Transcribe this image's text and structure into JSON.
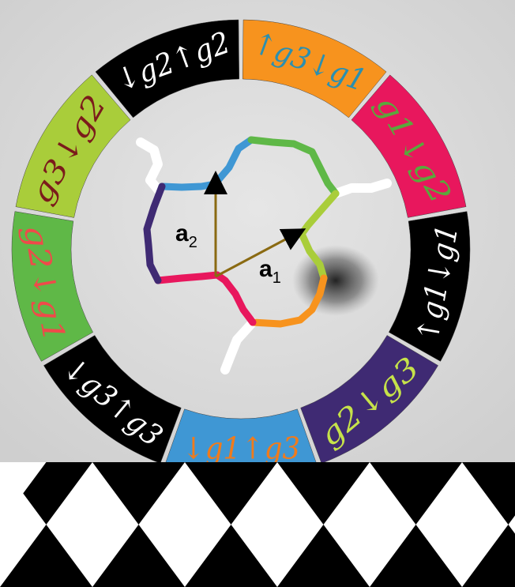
{
  "vectors": {
    "a1": {
      "main": "a",
      "sub": "1"
    },
    "a2": {
      "main": "a",
      "sub": "2"
    }
  },
  "ring_segments": [
    {
      "id": "seg-top-orange",
      "color": "#f7931e",
      "text_color": "#2b8fb0",
      "label": "↑g3↓g1"
    },
    {
      "id": "seg-top-right-pink",
      "color": "#e8175d",
      "text_color": "#5aa83c",
      "label": "g1↓g2"
    },
    {
      "id": "seg-right-black",
      "color": "#000000",
      "text_color": "#ffffff",
      "label": "↑g1↓g1"
    },
    {
      "id": "seg-right-purple",
      "color": "#3f2a73",
      "text_color": "#c6e24a",
      "label": "g2↓g3"
    },
    {
      "id": "seg-bottom-right-blue",
      "color": "#3f97d4",
      "text_color": "#f07b1c",
      "label": "↓g1↑g3"
    },
    {
      "id": "seg-bottom-left-black",
      "color": "#000000",
      "text_color": "#ffffff",
      "label": "↓g3↑g3"
    },
    {
      "id": "seg-left-green",
      "color": "#5fb847",
      "text_color": "#ef4a4a",
      "label": "g2↓g1"
    },
    {
      "id": "seg-left-lime",
      "color": "#a9cd3a",
      "text_color": "#7b1b1b",
      "label": "g3↓g2"
    },
    {
      "id": "seg-top-left-black",
      "color": "#000000",
      "text_color": "#ffffff",
      "label": "↓g2↑g2"
    }
  ],
  "colors": {
    "arrow": "#8a6a12",
    "background": "#dcdcdc",
    "tile_black": "#000000",
    "tile_white": "#ffffff"
  }
}
